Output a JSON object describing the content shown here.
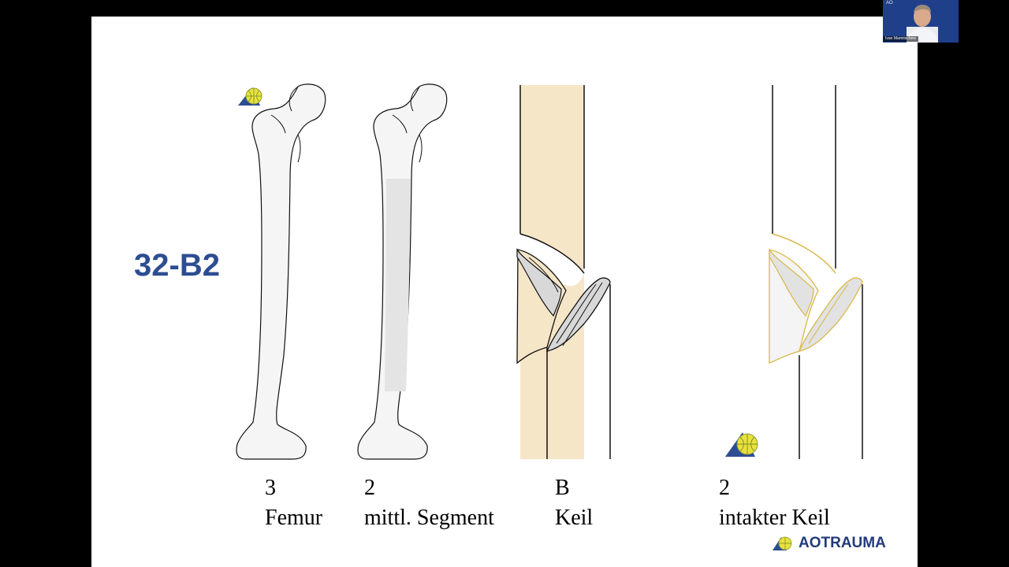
{
  "slide": {
    "code": "32-B2",
    "captions": [
      {
        "number": "3",
        "label": "Femur"
      },
      {
        "number": "2",
        "label": "mittl. Segment"
      },
      {
        "number": "B",
        "label": "Keil"
      },
      {
        "number": "2",
        "label": "intakter Keil"
      }
    ],
    "brand": "AOTRAUMA"
  },
  "video": {
    "logo": "AO",
    "participant_name": "Ivan Marintschew"
  },
  "colors": {
    "code": "#2d4d92",
    "bone_fill": "#f5f5f5",
    "segment_fill": "#e4e4e4",
    "wedge_bg": "#f6e6c8",
    "wedge_outline": "#d9b84a",
    "brand": "#233a7a",
    "globe": "#e8e23a"
  }
}
